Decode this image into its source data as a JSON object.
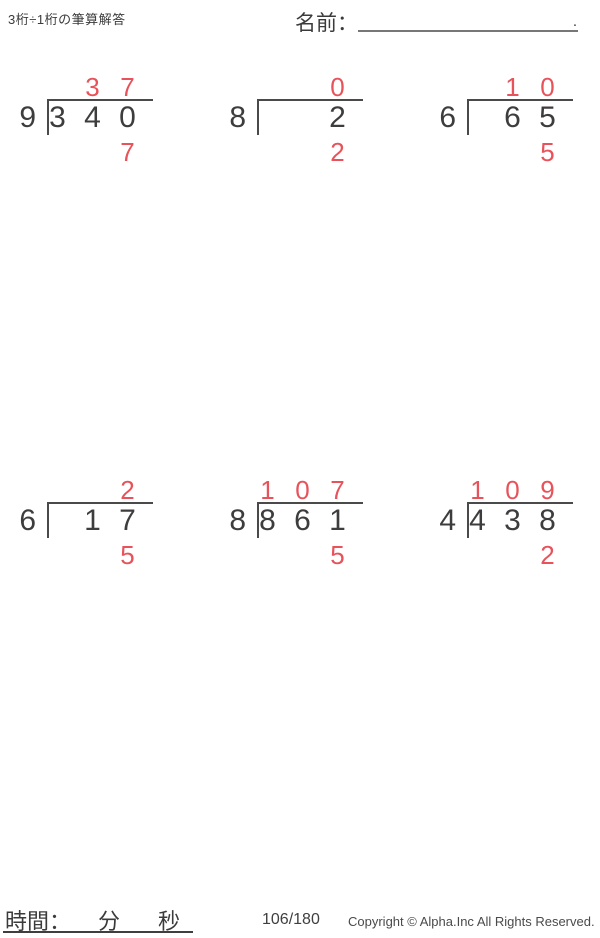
{
  "page": {
    "title": "3桁÷1桁の筆算解答",
    "name_label": "名前：",
    "name_line_period": "."
  },
  "footer": {
    "time_label": "時間：",
    "minutes_label": "分",
    "seconds_label": "秒",
    "page_indicator": "106/180",
    "copyright": "Copyright © Alpha.Inc All Rights Reserved."
  },
  "colors": {
    "ink": "#3d3d3d",
    "answer_red": "#e8535b",
    "line": "#4a4a4a"
  },
  "problems": [
    {
      "divisor": "9",
      "dividend": "340",
      "quotient": "37",
      "remainder": "7"
    },
    {
      "divisor": "8",
      "dividend": "2",
      "quotient": "0",
      "remainder": "2"
    },
    {
      "divisor": "6",
      "dividend": "65",
      "quotient": "10",
      "remainder": "5"
    },
    {
      "divisor": "6",
      "dividend": "17",
      "quotient": "2",
      "remainder": "5"
    },
    {
      "divisor": "8",
      "dividend": "861",
      "quotient": "107",
      "remainder": "5"
    },
    {
      "divisor": "4",
      "dividend": "438",
      "quotient": "109",
      "remainder": "2"
    }
  ]
}
